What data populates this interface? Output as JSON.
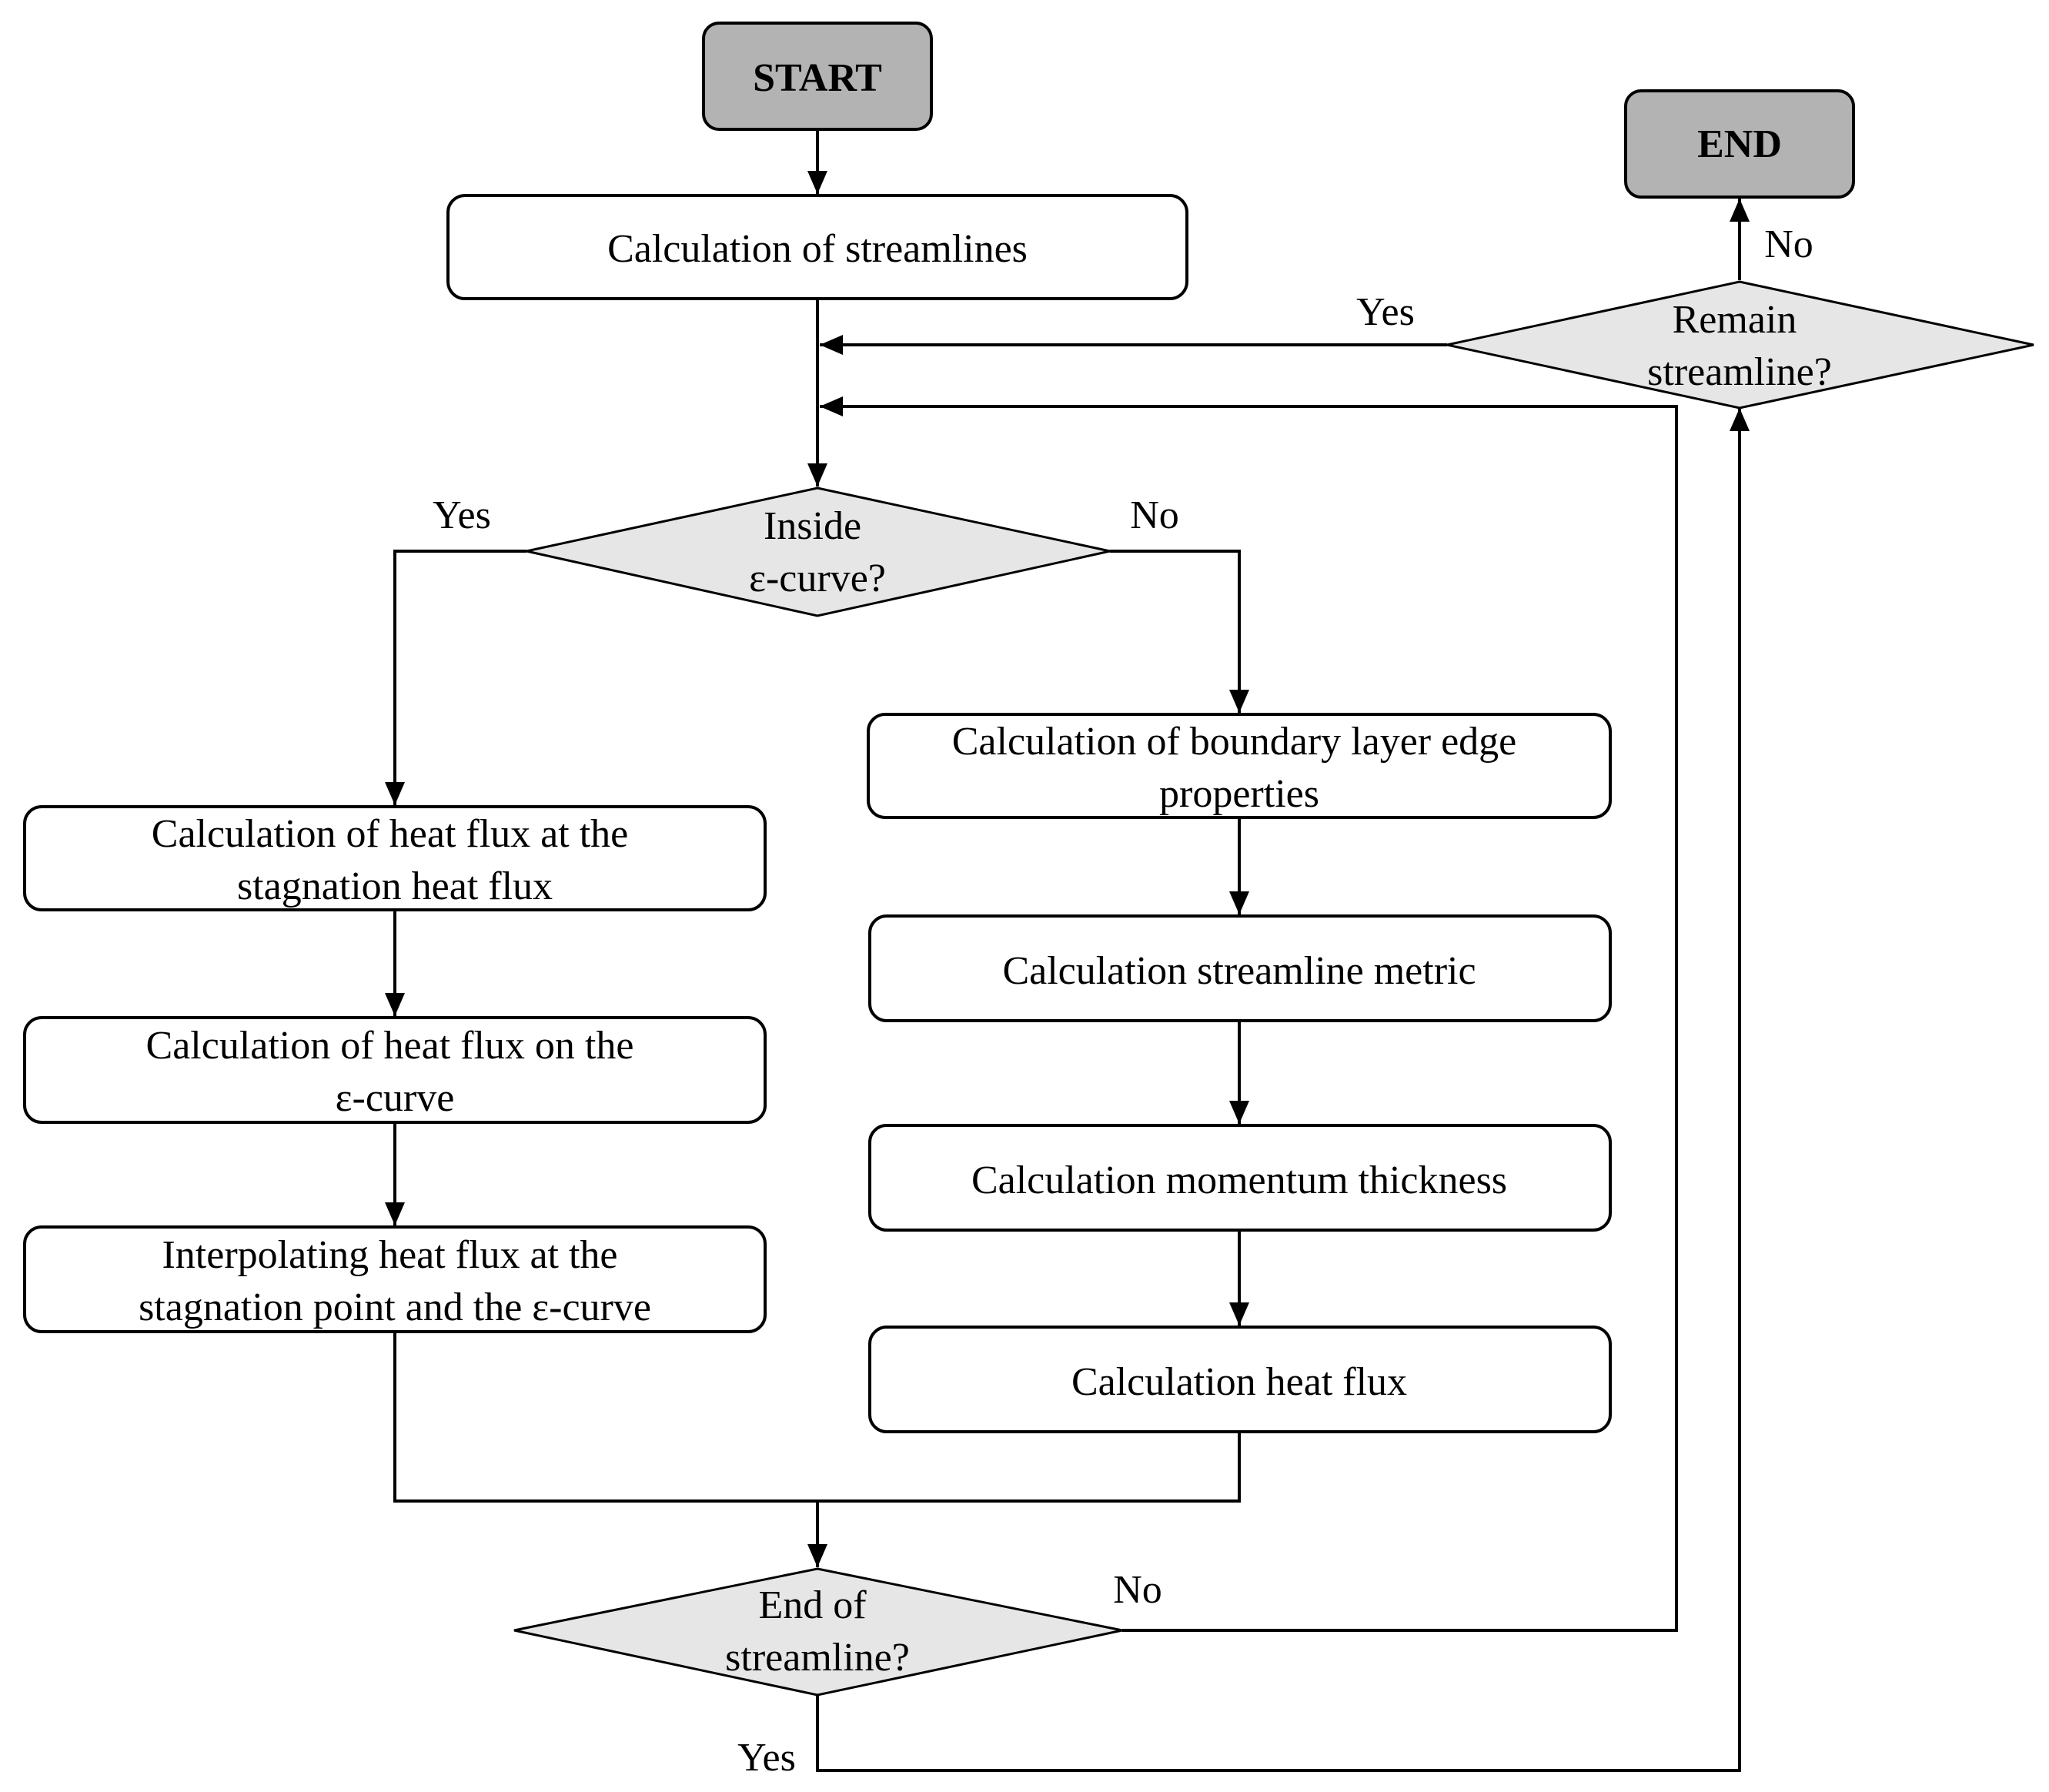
{
  "terminals": {
    "start": "START",
    "end": "END"
  },
  "processes": {
    "streamlines": [
      "Calculation of streamlines"
    ],
    "heat_flux_stagnation": [
      "Calculation of heat flux at the",
      "stagnation heat flux"
    ],
    "heat_flux_curve": [
      "Calculation of heat flux on the",
      "ε-curve"
    ],
    "interpolating": [
      "Interpolating heat flux at the",
      "stagnation point and the ε-curve"
    ],
    "boundary_layer": [
      "Calculation of boundary layer edge",
      "properties"
    ],
    "streamline_metric": [
      "Calculation streamline metric"
    ],
    "momentum_thickness": [
      "Calculation momentum thickness"
    ],
    "heat_flux": [
      "Calculation heat flux"
    ]
  },
  "decisions": {
    "inside_curve": [
      "Inside",
      "ε-curve?"
    ],
    "end_of_streamline": [
      "End of",
      "streamline?"
    ],
    "remain_streamline": [
      "Remain",
      "streamline?"
    ]
  },
  "edge_labels": {
    "inside_yes": "Yes",
    "inside_no": "No",
    "end_no": "No",
    "end_yes": "Yes",
    "remain_yes": "Yes",
    "remain_no": "No"
  },
  "colors": {
    "terminal_fill": "#b3b3b3",
    "decision_fill": "#e6e6e6",
    "box_fill": "#ffffff",
    "line": "#000000"
  }
}
